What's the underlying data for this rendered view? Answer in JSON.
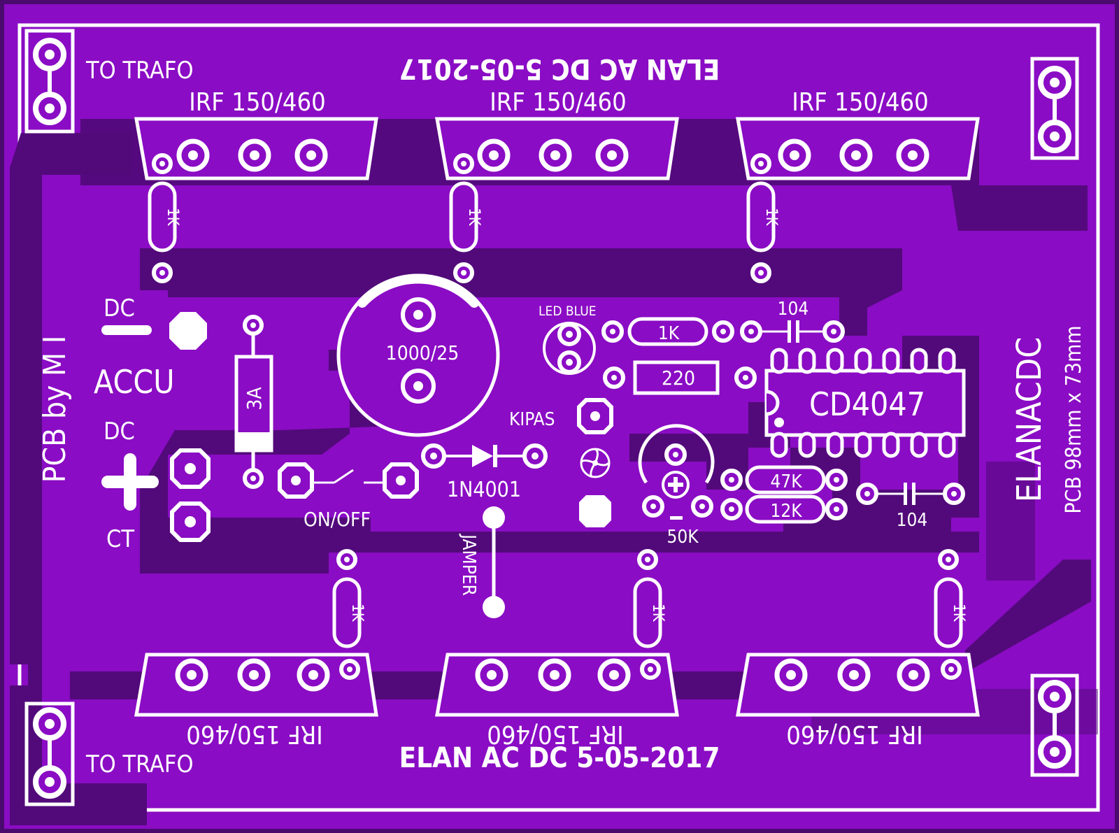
{
  "colors": {
    "board": "#8a0cc4",
    "trace": "#520a7a",
    "silk": "#ffffff",
    "frame": "#4a0a6e"
  },
  "title_top": "ELAN AC DC 5-05-2017",
  "title_bottom": "ELAN AC DC 5-05-2017",
  "to_trafo_top": "TO TRAFO",
  "to_trafo_bottom": "TO TRAFO",
  "mosfet_label": "IRF 150/460",
  "mosfet_count_top": 3,
  "mosfet_count_bottom": 3,
  "gate_resistor": "1K",
  "dc_minus_label": "DC",
  "accu_label": "ACCU",
  "dc_plus_label": "DC",
  "ct_label": "CT",
  "pcb_credit": "PCB by M I",
  "fuse_label": "3A",
  "capacitor_main": "1000/25",
  "switch_label": "ON/OFF",
  "diode_label": "1N4001",
  "jumper_label": "JAMPER",
  "fan_label": "KIPAS",
  "led_label": "LED BLUE",
  "r_led": "1K",
  "r_220": "220",
  "cap_104_top": "104",
  "cap_104_bottom": "104",
  "ic_label": "CD4047",
  "pot_label": "50K",
  "r_47k": "47K",
  "r_12k": "12K",
  "brand_vertical": "ELANACDC",
  "pcb_size": "PCB 98mm x 73mm"
}
